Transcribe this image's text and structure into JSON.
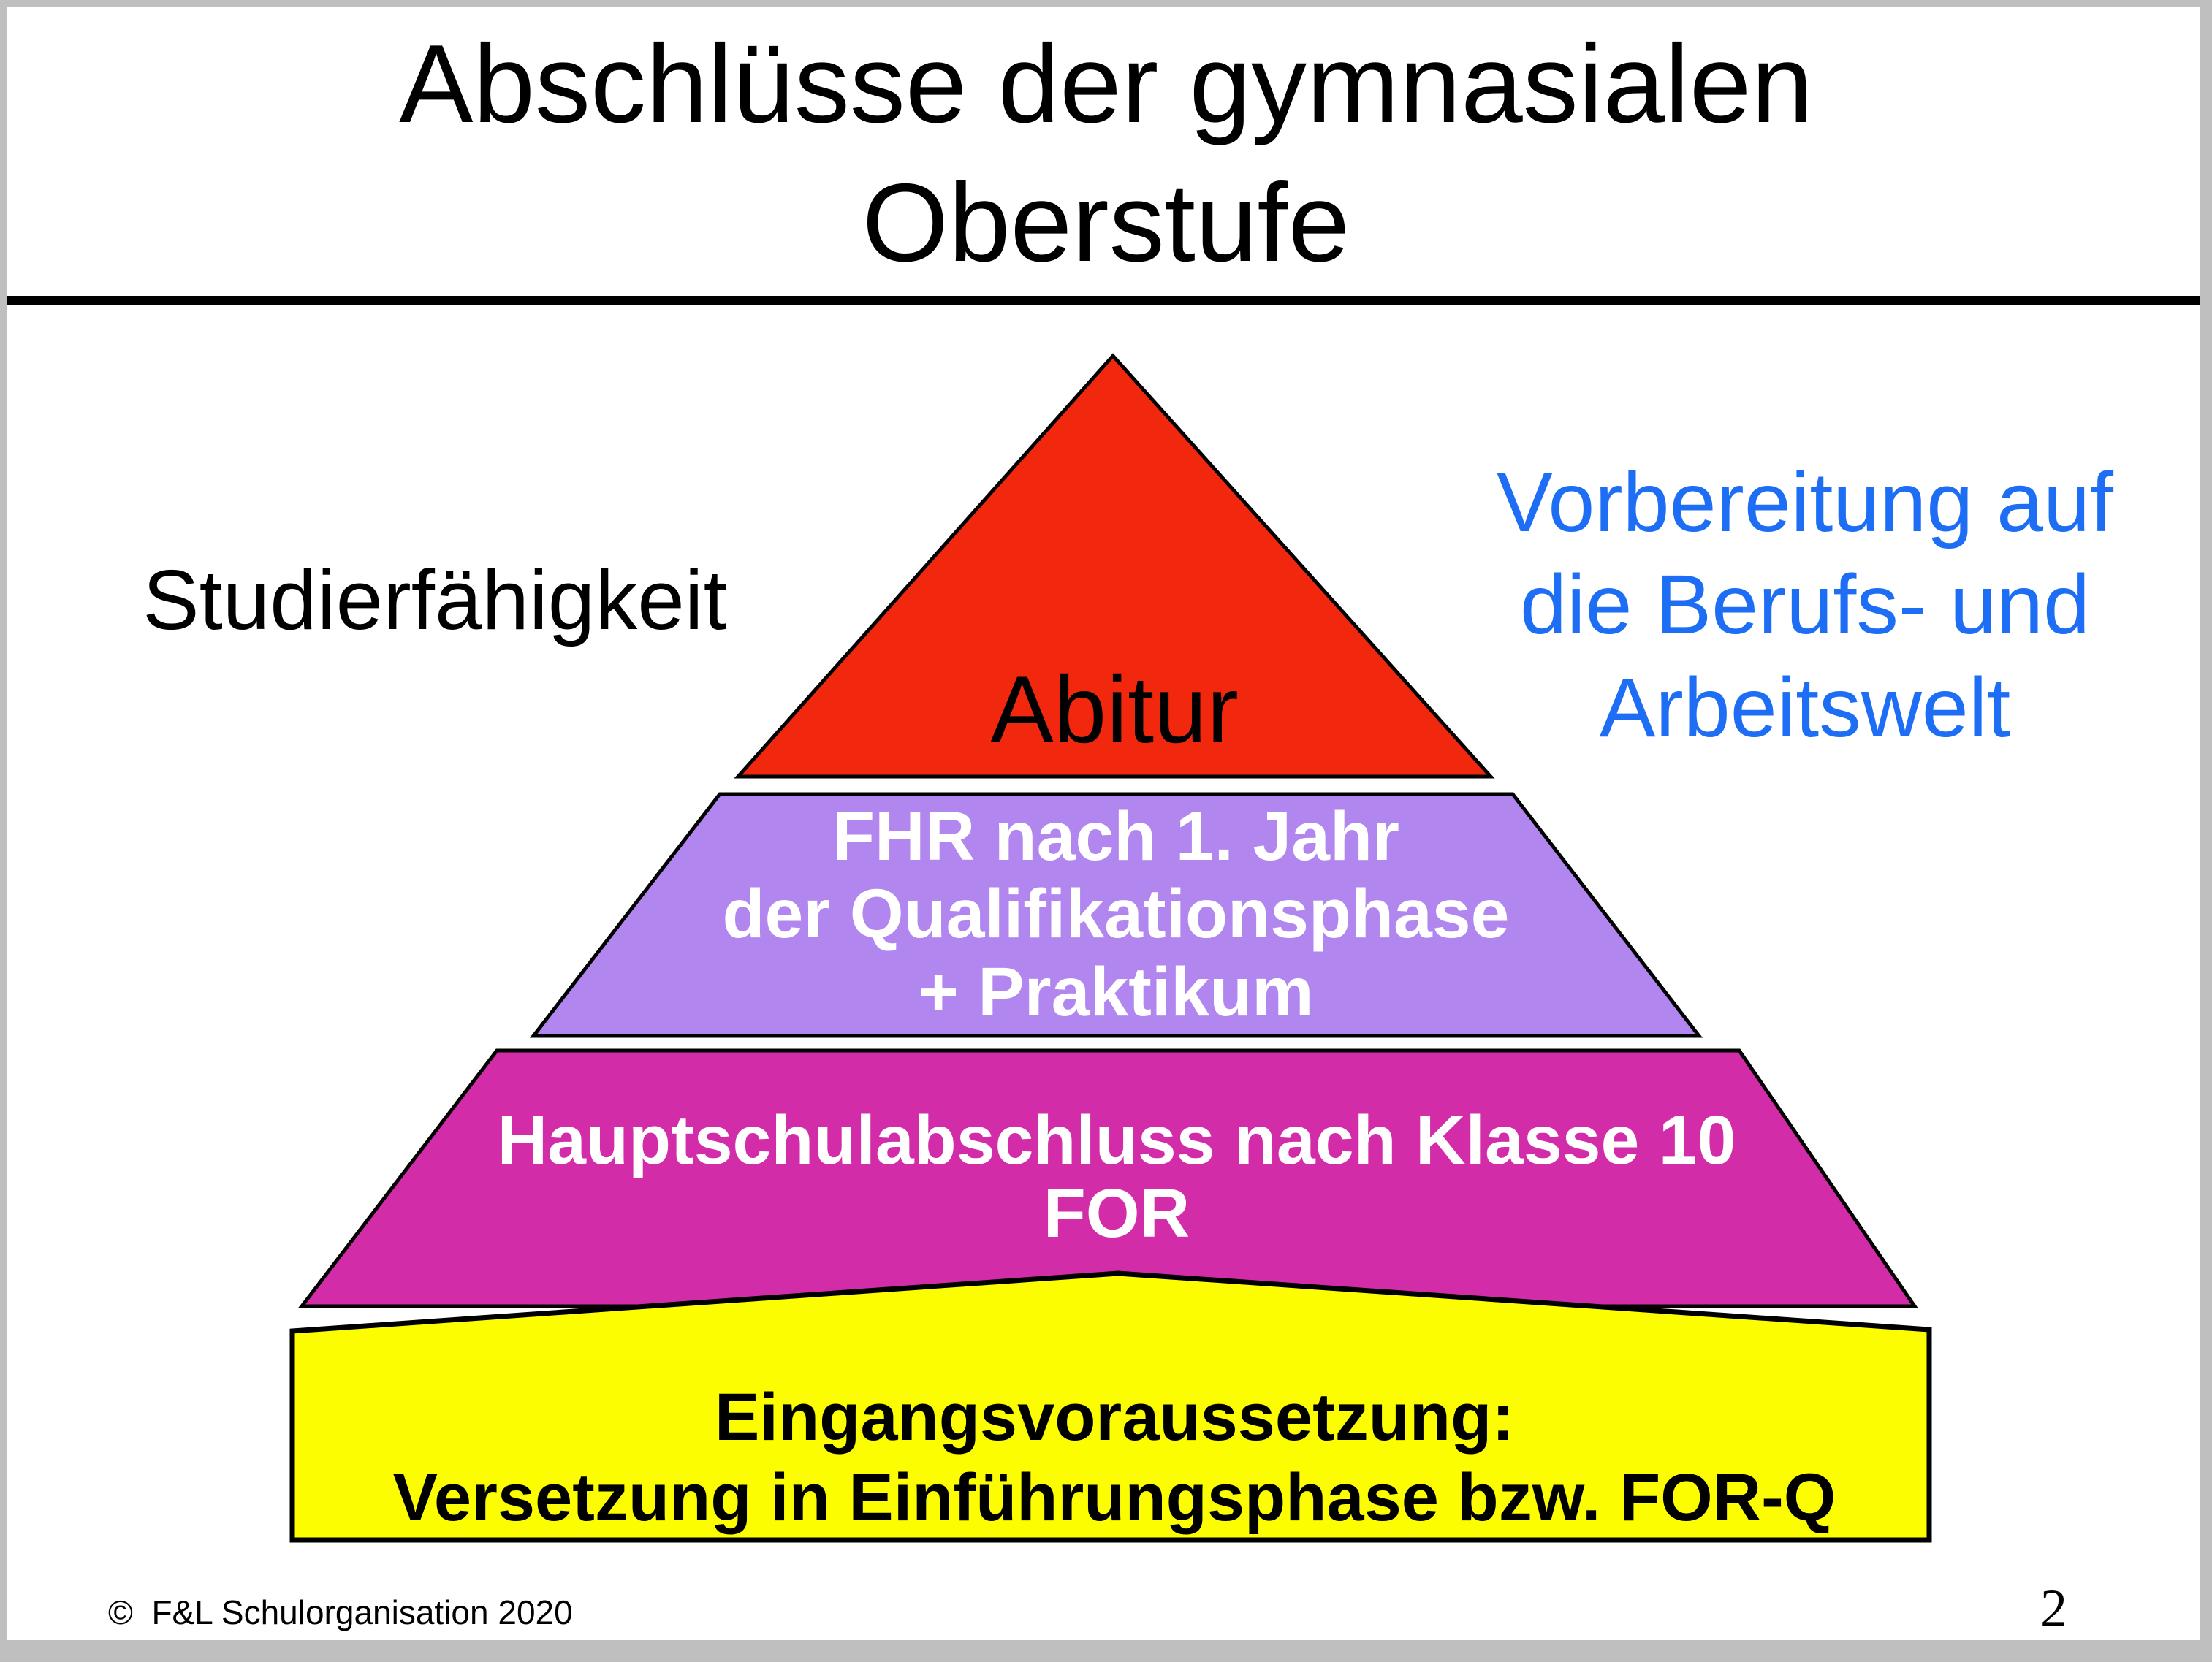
{
  "slide": {
    "title": {
      "line1": "Abschlüsse der gymnasialen",
      "line2": "Oberstufe"
    },
    "left_note": "Studierfähigkeit",
    "right_note": {
      "color": "#1d6ef5",
      "lines": [
        "Vorbereitung auf",
        "die Berufs- und",
        "Arbeitswelt"
      ]
    },
    "pyramid": {
      "outline_color": "#000000",
      "layers": [
        {
          "id": "abitur",
          "color": "#f2280e",
          "text_color": "#000000",
          "lines": [
            "Abitur"
          ]
        },
        {
          "id": "fhr",
          "color": "#b186ef",
          "text_color": "#ffffff",
          "lines": [
            "FHR nach 1. Jahr",
            "der Qualifikationsphase",
            "+ Praktikum"
          ]
        },
        {
          "id": "for",
          "color": "#d32ca9",
          "text_color": "#ffffff",
          "lines": [
            "Hauptschulabschluss nach Klasse 10",
            "FOR"
          ]
        },
        {
          "id": "entry",
          "color": "#fdfd02",
          "text_color": "#000000",
          "lines": [
            "Eingangsvoraussetzung:",
            "Versetzung in Einführungsphase bzw. FOR-Q"
          ]
        }
      ]
    },
    "footer": "©  F&L Schulorganisation 2020",
    "page_number": "2"
  }
}
